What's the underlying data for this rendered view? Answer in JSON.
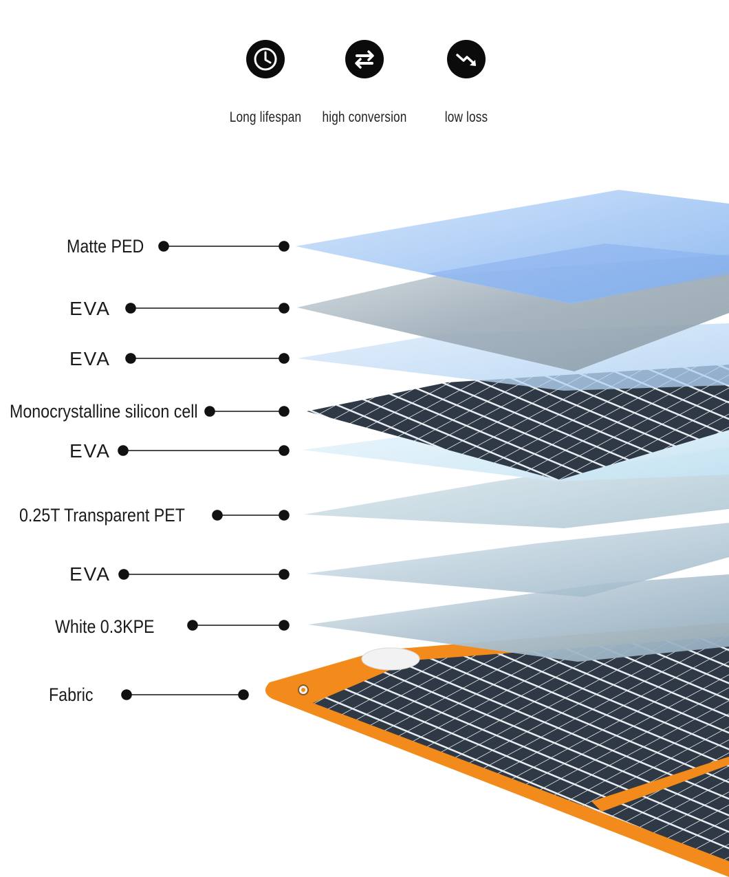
{
  "features": [
    {
      "icon": "clock-icon",
      "label": "Long lifespan"
    },
    {
      "icon": "exchange-arrows-icon",
      "label": "high conversion"
    },
    {
      "icon": "down-trend-icon",
      "label": "low loss"
    }
  ],
  "layers": [
    {
      "label": "Matte PED",
      "color": "#9cc3f2"
    },
    {
      "label": "EVA",
      "color": "#a9b7c2"
    },
    {
      "label": "EVA",
      "color": "#b9d8f5"
    },
    {
      "label": "Monocrystalline silicon cell",
      "color": "#2c3540"
    },
    {
      "label": "EVA",
      "color": "#d6ecf7"
    },
    {
      "label": "0.25T Transparent PET",
      "color": "#b8d0dc"
    },
    {
      "label": "EVA",
      "color": "#a8c0cf"
    },
    {
      "label": "White 0.3KPE",
      "color": "#9db5c6"
    },
    {
      "label": "Fabric",
      "color": "#f08a1c"
    }
  ]
}
